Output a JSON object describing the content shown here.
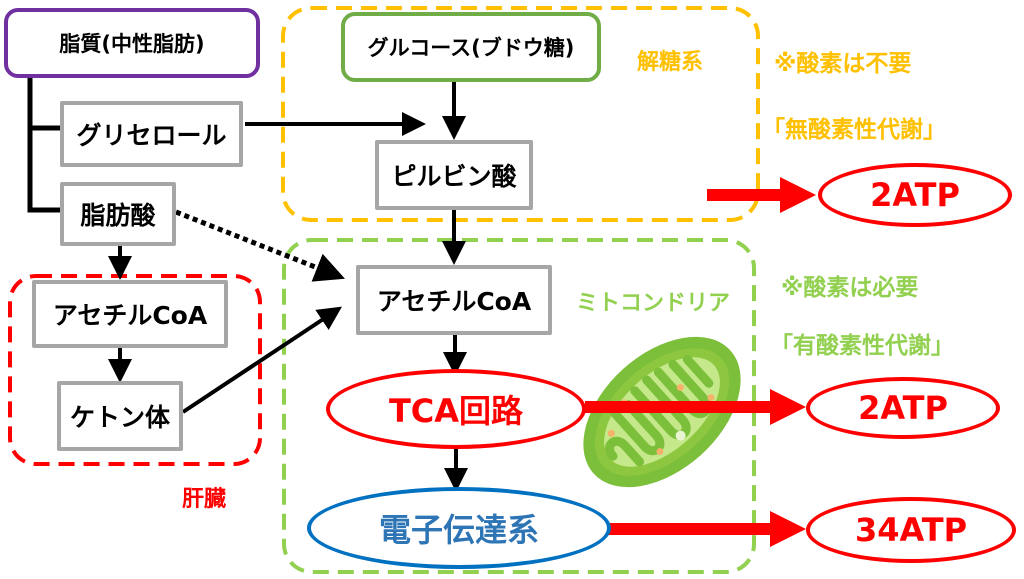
{
  "colors": {
    "glycolysis": "#ffc000",
    "mitochondria": "#92d050",
    "liver": "#ff0000",
    "atp": "#ff0000",
    "etc": "#2e75b6",
    "lipid_border": "#7030a0",
    "glucose_border": "#70ad47",
    "node_border": "#a6a6a6"
  },
  "nodes": {
    "lipid": "脂質(中性脂肪)",
    "glycerol": "グリセロール",
    "fatty_acid": "脂肪酸",
    "liver_acetyl_coa": "アセチルCoA",
    "ketone_body": "ケトン体",
    "glucose": "グルコース(ブドウ糖)",
    "pyruvic_acid": "ピルビン酸",
    "acetyl_coa": "アセチルCoA",
    "tca_cycle": "TCA回路",
    "electron_transport": "電子伝達系"
  },
  "regions": {
    "glycolysis": "解糖系",
    "mitochondria": "ミトコンドリア",
    "liver": "肝臓"
  },
  "notes": {
    "anaerobic_note": "※酸素は不要",
    "anaerobic_name": "「無酸素性代謝」",
    "aerobic_note": "※酸素は必要",
    "aerobic_name": "「有酸素性代謝」"
  },
  "yields": {
    "glycolysis": "2ATP",
    "tca": "2ATP",
    "electron_transport": "34ATP"
  },
  "icons": {
    "mitochondrion": "mitochondrion-illustration"
  }
}
